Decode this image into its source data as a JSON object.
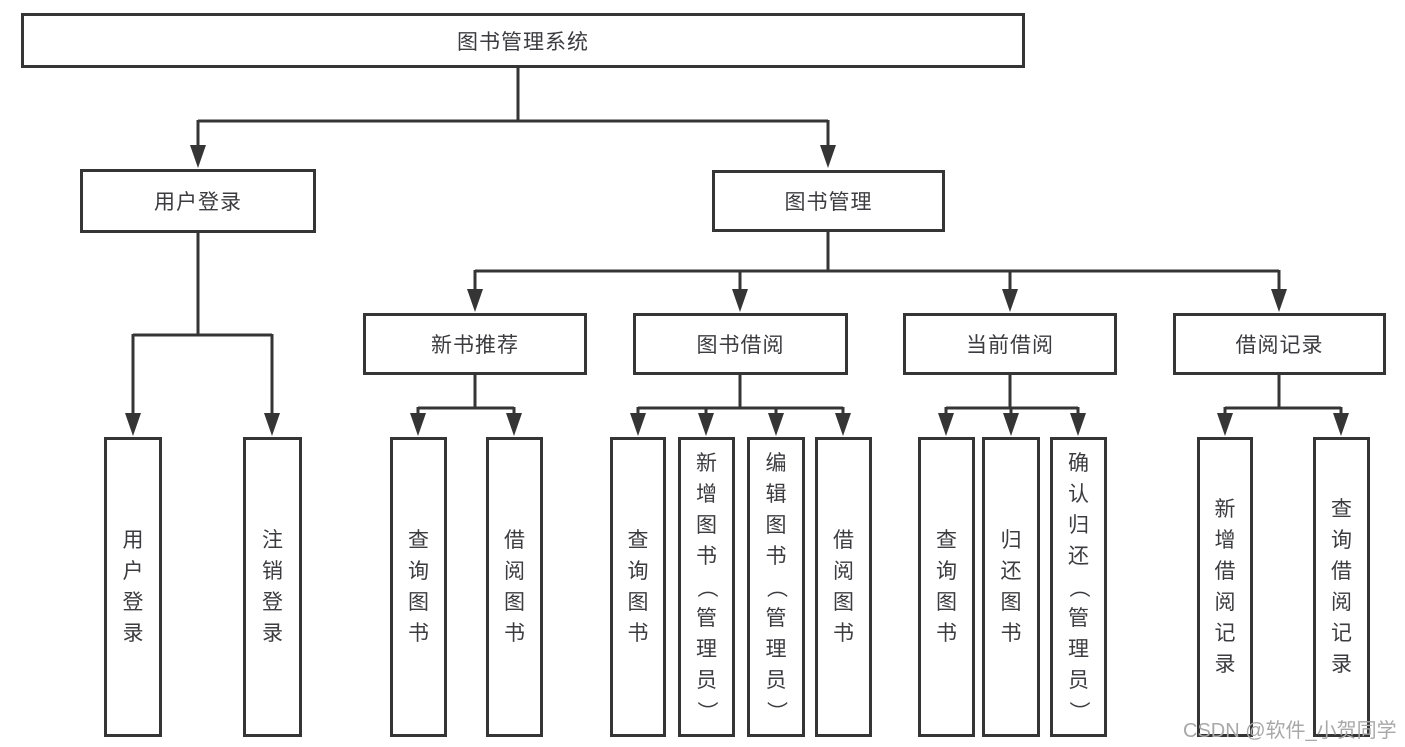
{
  "diagram_type": "tree-structure-chart",
  "colors": {
    "line": "#353535",
    "node_border": "#353535",
    "node_text": "#3c3c40",
    "background": "#ffffff",
    "watermark": "#a8a8a8"
  },
  "structure": {
    "root": "图书管理系统",
    "children": [
      {
        "label": "用户登录",
        "children": [
          "用户登录",
          "注销登录"
        ]
      },
      {
        "label": "图书管理",
        "children": [
          {
            "label": "新书推荐",
            "children": [
              "查询图书",
              "借阅图书"
            ]
          },
          {
            "label": "图书借阅",
            "children": [
              "查询图书",
              "新增图书（管理员）",
              "编辑图书（管理员）",
              "借阅图书"
            ]
          },
          {
            "label": "当前借阅",
            "children": [
              "查询图书",
              "归还图书",
              "确认归还（管理员）"
            ]
          },
          {
            "label": "借阅记录",
            "children": [
              "新增借阅记录",
              "查询借阅记录"
            ]
          }
        ]
      }
    ]
  },
  "watermark": {
    "text": "CSDN @软件_小贺同学"
  }
}
